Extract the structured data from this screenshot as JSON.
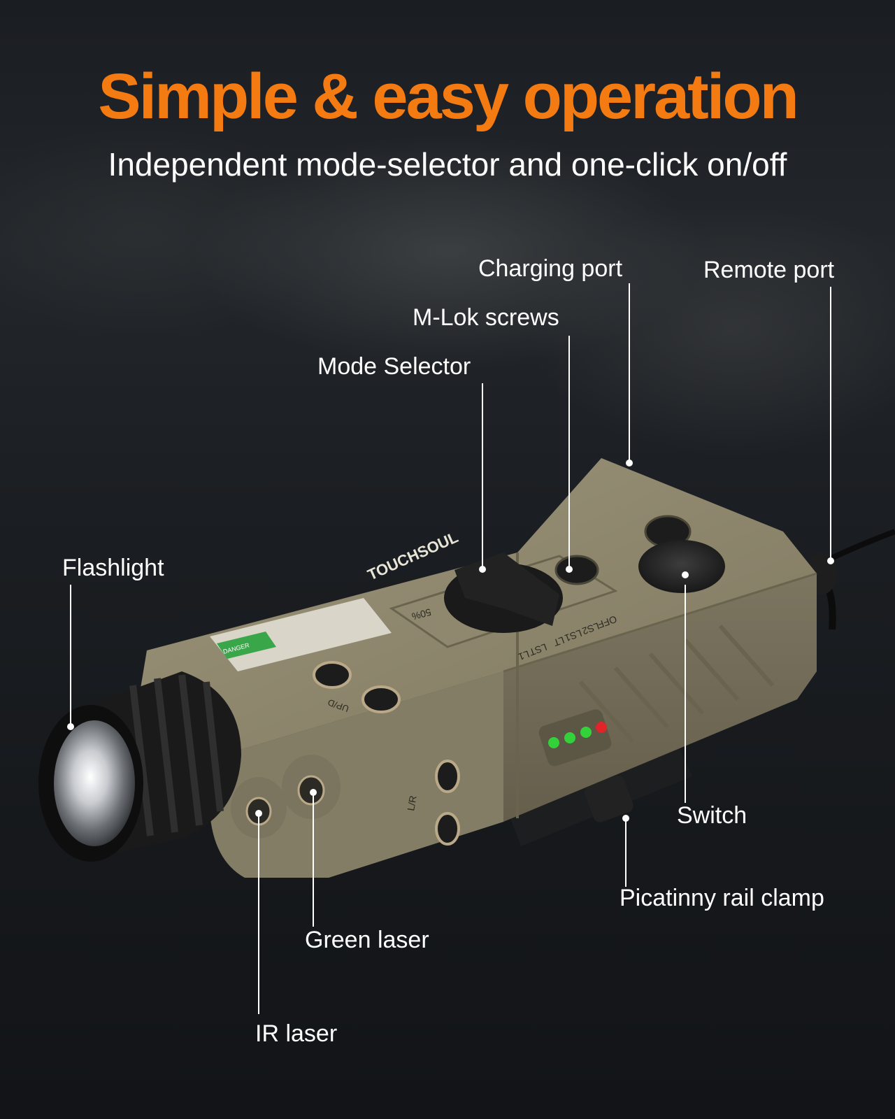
{
  "headline": "Simple & easy operation",
  "subline": "Independent mode-selector and one-click on/off",
  "brand": "TOUCHSOUL",
  "device": {
    "mode_markings": [
      "OFF",
      "LS2",
      "LS1",
      "LT",
      "LST",
      "L1"
    ],
    "brightness_marking": "50%",
    "port_marking": "UP/D",
    "laser_marking": "L/R",
    "warning_label": "DANGER"
  },
  "callouts": [
    {
      "id": "charging-port",
      "label": "Charging port"
    },
    {
      "id": "remote-port",
      "label": "Remote port"
    },
    {
      "id": "m-lok-screws",
      "label": "M-Lok screws"
    },
    {
      "id": "mode-selector",
      "label": "Mode Selector"
    },
    {
      "id": "flashlight",
      "label": "Flashlight"
    },
    {
      "id": "switch",
      "label": "Switch"
    },
    {
      "id": "picatinny-rail-clamp",
      "label": "Picatinny rail clamp"
    },
    {
      "id": "green-laser",
      "label": "Green laser"
    },
    {
      "id": "ir-laser",
      "label": "IR laser"
    }
  ],
  "colors": {
    "headline": "#f47a12",
    "body_tan": "#8a8268",
    "indicator_green": "#34d23a",
    "indicator_red": "#e0242a"
  }
}
